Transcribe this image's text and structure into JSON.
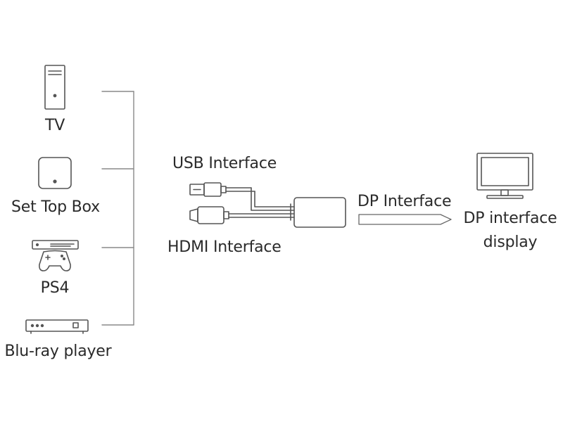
{
  "sources": [
    {
      "label": "TV",
      "icon": "pc-tower-icon"
    },
    {
      "label": "Set Top Box",
      "icon": "set-top-box-icon"
    },
    {
      "label": "PS4",
      "icon": "game-console-icon"
    },
    {
      "label": "Blu-ray player",
      "icon": "bluray-player-icon"
    }
  ],
  "cable": {
    "usb_label": "USB Interface",
    "hdmi_label": "HDMI Interface"
  },
  "output": {
    "dp_interface_label": "DP Interface",
    "display_label_line1": "DP interface",
    "display_label_line2": "display",
    "icon": "monitor-icon"
  },
  "colors": {
    "line": "#555555",
    "text": "#2a2a2a"
  }
}
